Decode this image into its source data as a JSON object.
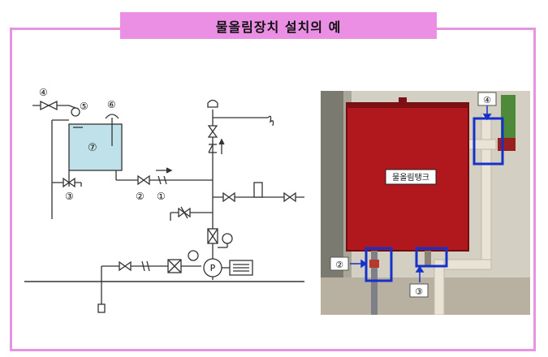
{
  "page": {
    "title": "물올림장치 설치의 예"
  },
  "diagram": {
    "markers": [
      "④",
      "⑤",
      "⑥",
      "⑦",
      "③",
      "②",
      "①"
    ],
    "pump_label": "P"
  },
  "photo": {
    "tank_label": "물올림탱크",
    "callouts": [
      "②",
      "③",
      "④"
    ],
    "colors": {
      "tank": "#b0181e",
      "highlight": "#1531c9",
      "wall": "#d4cfc3"
    }
  }
}
